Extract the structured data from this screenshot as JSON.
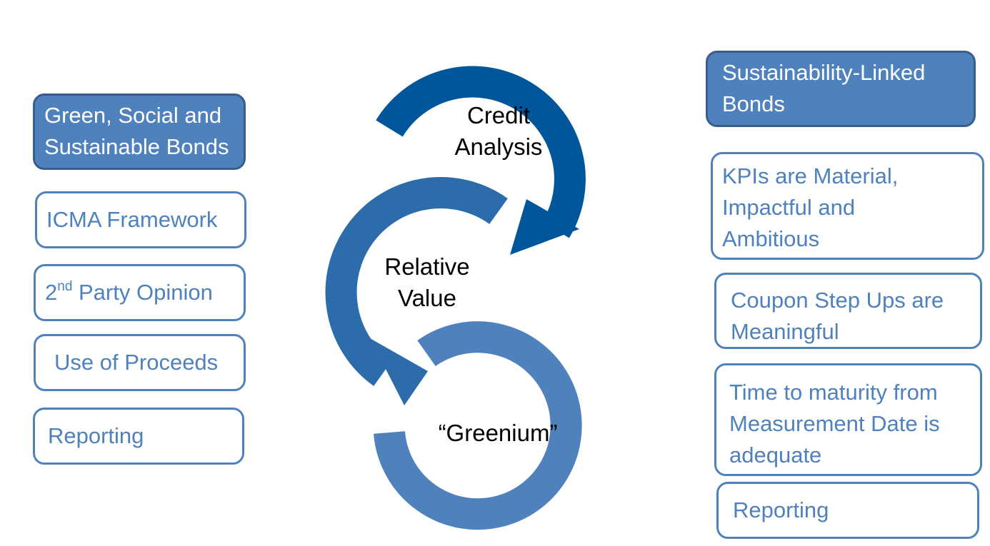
{
  "left_panel": {
    "header": [
      "Green, Social and",
      "Sustainable Bonds"
    ],
    "items": [
      {
        "label": "ICMA Framework"
      },
      {
        "label_prefix": "2",
        "label_sup": "nd",
        "label_rest": " Party Opinion"
      },
      {
        "label": "Use of Proceeds"
      },
      {
        "label": "Reporting"
      }
    ]
  },
  "cycle": {
    "steps": [
      {
        "lines": [
          "Credit",
          "Analysis"
        ],
        "color": "#00569b"
      },
      {
        "lines": [
          "Relative",
          "Value"
        ],
        "color": "#2c6cab"
      },
      {
        "lines": [
          "“Greenium”"
        ],
        "color": "#4f81bd"
      }
    ]
  },
  "right_panel": {
    "header": [
      "Sustainability-Linked",
      "Bonds"
    ],
    "items": [
      {
        "lines": [
          "KPIs are Material,",
          "Impactful and",
          "Ambitious"
        ]
      },
      {
        "lines": [
          "Coupon Step Ups are",
          "Meaningful"
        ]
      },
      {
        "lines": [
          "Time to maturity from",
          "Measurement Date is",
          "adequate"
        ]
      },
      {
        "lines": [
          "Reporting"
        ]
      }
    ]
  },
  "colors": {
    "header_fill": "#4f81bd",
    "header_border": "#385d8a",
    "item_border": "#4f81bd",
    "item_text": "#4f81bd"
  }
}
